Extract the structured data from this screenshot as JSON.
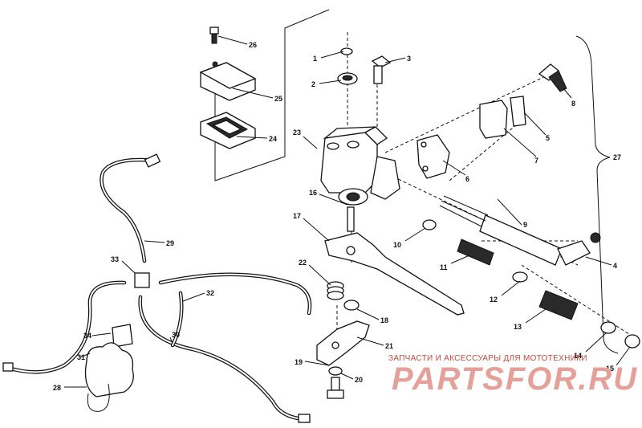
{
  "diagram": {
    "callouts": {
      "c1": "1",
      "c2": "2",
      "c3": "3",
      "c4": "4",
      "c5": "5",
      "c6": "6",
      "c7": "7",
      "c8": "8",
      "c9": "9",
      "c10": "10",
      "c11": "11",
      "c12": "12",
      "c13": "13",
      "c14": "14",
      "c15": "15",
      "c16": "16",
      "c17": "17",
      "c18": "18",
      "c19": "19",
      "c20": "20",
      "c21": "21",
      "c22": "22",
      "c23": "23",
      "c24": "24",
      "c25": "25",
      "c26": "26",
      "c27": "27",
      "c28": "28",
      "c29": "29",
      "c30": "30",
      "c31": "31",
      "c32": "32",
      "c33": "33",
      "c34": "34"
    }
  },
  "watermark": {
    "caption": "ЗАПЧАСТИ И АКСЕССУАРЫ ДЛЯ МОТОТЕХНИКИ",
    "logo": "PARTSFOR.RU"
  },
  "colors": {
    "ink": "#111111",
    "watermark_text": "#c94a3d",
    "watermark_logo": "#e6a09a"
  }
}
